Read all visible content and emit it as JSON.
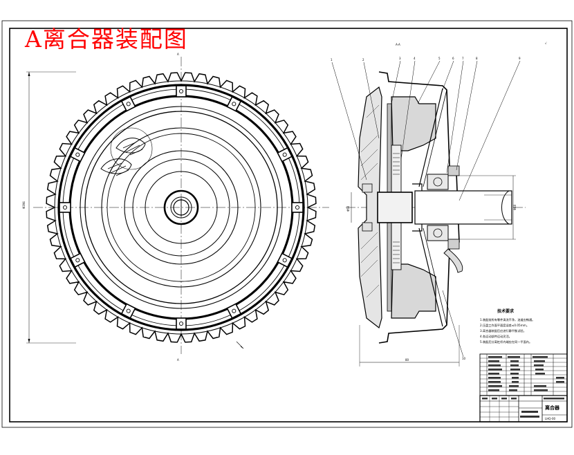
{
  "title": "A离合器装配图",
  "technical_requirements": {
    "heading": "技术要求",
    "items": [
      "1.装配前所有零件清洗干净，油道应畅通。",
      "2.压盘工作面平面度误差≤0.05mm。",
      "3.离合器装配后应进行静平衡试验。",
      "4.各运动部件运动灵活。",
      "5.装配后分离杠杆内端应在同一平面内。"
    ]
  },
  "title_block": {
    "drawing_name": "离合器",
    "drawing_number": "LHQ-00"
  },
  "part_numbers": [
    "1",
    "2",
    "3",
    "4",
    "5",
    "6",
    "7",
    "8",
    "9",
    "10"
  ]
}
